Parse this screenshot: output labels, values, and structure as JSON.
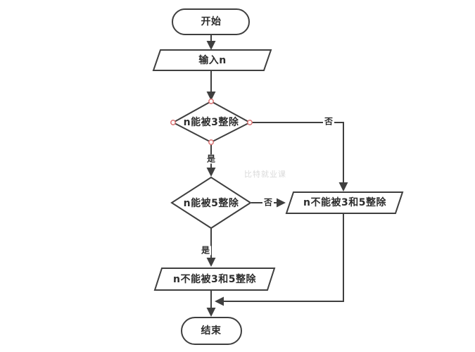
{
  "flowchart": {
    "nodes": {
      "start": {
        "type": "terminal",
        "label": "开始"
      },
      "input": {
        "type": "io",
        "label": "输入n"
      },
      "decision3": {
        "type": "decision",
        "label": "n能被3整除"
      },
      "decision5": {
        "type": "decision",
        "label": "n能被5整除"
      },
      "output_right": {
        "type": "io",
        "label": "n不能被3和5整除"
      },
      "output_bottom": {
        "type": "io",
        "label": "n不能被3和5整除"
      },
      "end": {
        "type": "terminal",
        "label": "结束"
      }
    },
    "edges": [
      {
        "from": "start",
        "to": "input",
        "label": ""
      },
      {
        "from": "input",
        "to": "decision3",
        "label": ""
      },
      {
        "from": "decision3",
        "to": "decision5",
        "label": "是"
      },
      {
        "from": "decision3",
        "to": "output_right",
        "label": "否"
      },
      {
        "from": "decision5",
        "to": "output_right",
        "label": "否"
      },
      {
        "from": "decision5",
        "to": "output_bottom",
        "label": "是"
      },
      {
        "from": "output_bottom",
        "to": "end",
        "label": ""
      },
      {
        "from": "output_right",
        "to": "end",
        "label": ""
      }
    ],
    "edge_labels": {
      "decision3_yes": "是",
      "decision3_no": "否",
      "decision5_yes": "是",
      "decision5_no": "否"
    },
    "watermark": "比特就业课",
    "colors": {
      "line": "#3f3f3f",
      "shape_fill": "#ffffff",
      "text": "#2d2d2d",
      "connection_point": "#d97070",
      "background": "#ffffff"
    }
  }
}
